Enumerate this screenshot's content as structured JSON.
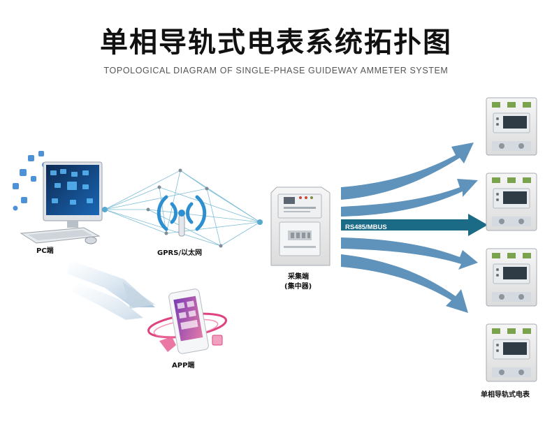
{
  "header": {
    "title": "单相导轨式电表系统拓扑图",
    "subtitle": "TOPOLOGICAL DIAGRAM OF SINGLE-PHASE GUIDEWAY AMMETER SYSTEM"
  },
  "nodes": {
    "pc_label": "PC端",
    "network_label": "GPRS/以太网",
    "collector_label_line1": "采集端",
    "collector_label_line2": "(集中器)",
    "app_label": "APP端",
    "meters_label": "单相导轨式电表"
  },
  "links": {
    "bus_label": "RS485/MBUS"
  },
  "colors": {
    "arrow_blue": "#5f93bb",
    "bus_teal": "#1b6a86",
    "network_line": "#6fb7d3",
    "accent_pink": "#e0427f"
  }
}
